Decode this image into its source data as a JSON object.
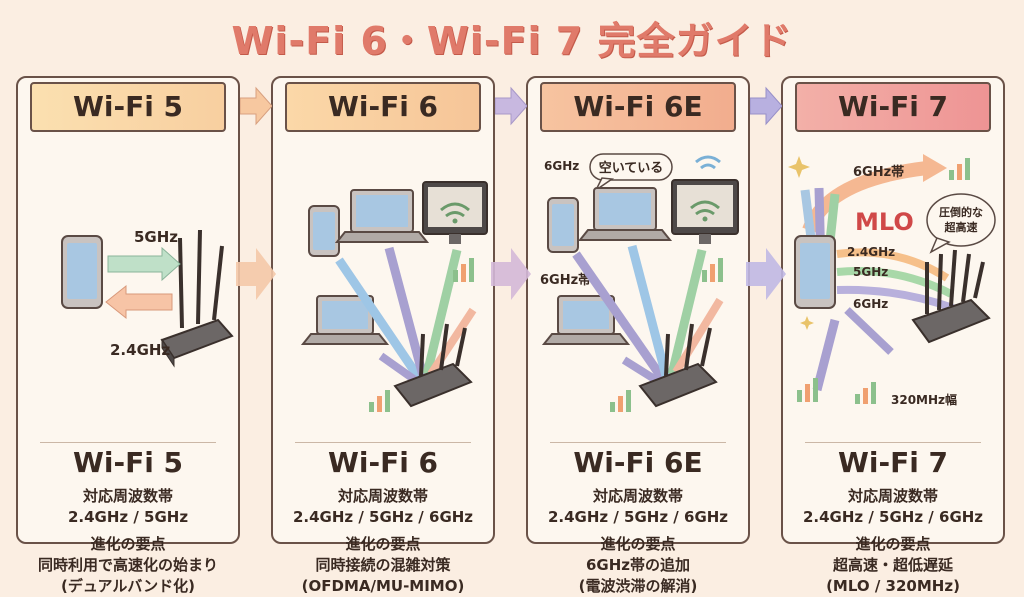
{
  "page_title": "Wi-Fi 6・Wi-Fi 7 完全ガイド",
  "colors": {
    "title": "#e07a6a",
    "wifi5_header": "#fbd9a0",
    "wifi6_header": "#f8cf9c",
    "wifi6e_header": "#f5b592",
    "wifi7_header": "#f19a9a",
    "outline": "#6a5248"
  },
  "cards": [
    {
      "header": "Wi-Fi 5",
      "name": "Wi-Fi 5",
      "freq_label": "対応周波数帯",
      "freq_value": "2.4GHz / 5GHz",
      "point_label": "進化の要点",
      "point_line1": "同時利用で高速化の始まり",
      "point_line2": "(デュアルバンド化)",
      "illus": {
        "band_top": "5GHz",
        "band_bottom": "2.4GHz"
      }
    },
    {
      "header": "Wi-Fi 6",
      "name": "Wi-Fi 6",
      "freq_label": "対応周波数帯",
      "freq_value": "2.4GHz / 5GHz / 6GHz",
      "point_label": "進化の要点",
      "point_line1": "同時接続の混雑対策",
      "point_line2": "(OFDMA/MU-MIMO)"
    },
    {
      "header": "Wi-Fi 6E",
      "name": "Wi-Fi 6E",
      "freq_label": "対応周波数帯",
      "freq_value": "2.4GHz / 5GHz / 6GHz",
      "point_label": "進化の要点",
      "point_line1": "6GHz帯の追加",
      "point_line2": "(電波渋滞の解消)",
      "illus": {
        "band_label": "6GHz",
        "bubble": "空いている",
        "band_side": "6GHz帯"
      }
    },
    {
      "header": "Wi-Fi 7",
      "name": "Wi-Fi 7",
      "freq_label": "対応周波数帯",
      "freq_value": "2.4GHz / 5GHz / 6GHz",
      "point_label": "進化の要点",
      "point_line1": "超高速・超低遅延",
      "point_line2": "(MLO / 320MHz)",
      "illus": {
        "band_6": "6GHz帯",
        "mlo": "MLO",
        "bubble_line1": "圧倒的な",
        "bubble_line2": "超高速",
        "band_24": "2.4GHz",
        "band_5": "5GHz",
        "band_6b": "6GHz",
        "width": "320MHz幅"
      }
    }
  ]
}
